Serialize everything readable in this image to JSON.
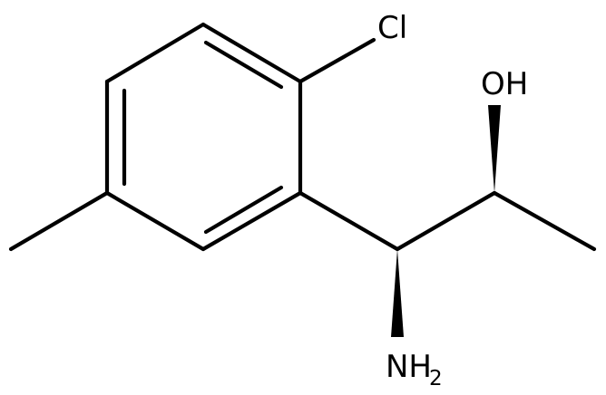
{
  "molecule": {
    "atoms": {
      "chlorine": "Cl",
      "hydroxyl": "OH",
      "amine": "NH",
      "amine_subscript": "2"
    },
    "stereo_bonds": [
      {
        "from": "C-alpha",
        "to": "N",
        "style": "wedge"
      },
      {
        "from": "C-beta",
        "to": "O",
        "style": "wedge"
      }
    ]
  }
}
